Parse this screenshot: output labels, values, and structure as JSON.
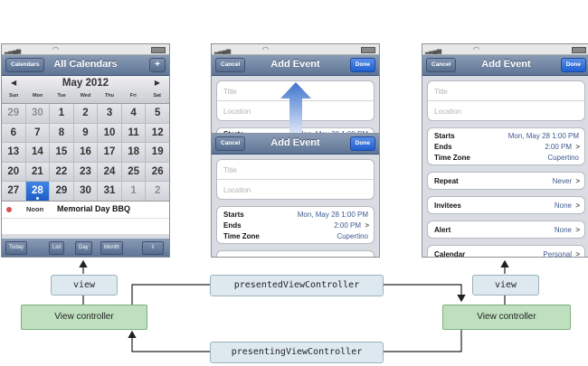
{
  "calendar_phone": {
    "nav_left": "Calendars",
    "nav_title": "All Calendars",
    "nav_right": "+",
    "month": "May 2012",
    "prev": "◀",
    "next": "▶",
    "weekdays": [
      "Sun",
      "Mon",
      "Tue",
      "Wed",
      "Thu",
      "Fri",
      "Sat"
    ],
    "days": [
      {
        "d": "29",
        "other": true,
        "dot": false
      },
      {
        "d": "30",
        "other": true,
        "dot": false
      },
      {
        "d": "1",
        "other": false,
        "dot": false
      },
      {
        "d": "2",
        "other": false,
        "dot": false
      },
      {
        "d": "3",
        "other": false,
        "dot": false
      },
      {
        "d": "4",
        "other": false,
        "dot": false
      },
      {
        "d": "5",
        "other": false,
        "dot": false
      },
      {
        "d": "6",
        "other": false,
        "dot": false
      },
      {
        "d": "7",
        "other": false,
        "dot": false
      },
      {
        "d": "8",
        "other": false,
        "dot": false
      },
      {
        "d": "9",
        "other": false,
        "dot": false
      },
      {
        "d": "10",
        "other": false,
        "dot": false
      },
      {
        "d": "11",
        "other": false,
        "dot": false
      },
      {
        "d": "12",
        "other": false,
        "dot": false
      },
      {
        "d": "13",
        "other": false,
        "dot": false
      },
      {
        "d": "14",
        "other": false,
        "dot": false
      },
      {
        "d": "15",
        "other": false,
        "dot": false
      },
      {
        "d": "16",
        "other": false,
        "dot": false
      },
      {
        "d": "17",
        "other": false,
        "dot": false
      },
      {
        "d": "18",
        "other": false,
        "dot": false
      },
      {
        "d": "19",
        "other": false,
        "dot": false
      },
      {
        "d": "20",
        "other": false,
        "dot": false
      },
      {
        "d": "21",
        "other": false,
        "dot": false
      },
      {
        "d": "22",
        "other": false,
        "dot": false
      },
      {
        "d": "23",
        "other": false,
        "dot": false
      },
      {
        "d": "24",
        "other": false,
        "dot": false
      },
      {
        "d": "25",
        "other": false,
        "dot": false
      },
      {
        "d": "26",
        "other": false,
        "dot": false
      },
      {
        "d": "27",
        "other": false,
        "dot": false
      },
      {
        "d": "28",
        "other": false,
        "dot": true,
        "sel": true
      },
      {
        "d": "29",
        "other": false,
        "dot": false
      },
      {
        "d": "30",
        "other": false,
        "dot": false
      },
      {
        "d": "31",
        "other": false,
        "dot": false
      },
      {
        "d": "1",
        "other": true,
        "dot": false
      },
      {
        "d": "2",
        "other": true,
        "dot": false
      }
    ],
    "event_time": "Noon",
    "event_name": "Memorial Day BBQ",
    "toolbar": {
      "today": "Today",
      "list": "List",
      "day": "Day",
      "month": "Month",
      "share": "⇩"
    }
  },
  "add_event": {
    "cancel": "Cancel",
    "title": "Add Event",
    "done": "Done",
    "title_placeholder": "Title",
    "location_placeholder": "Location",
    "starts_label": "Starts",
    "starts_value": "Mon, May 28  1:00 PM",
    "ends_label": "Ends",
    "ends_value": "2:00 PM",
    "tz_label": "Time Zone",
    "tz_value": "Cupertino",
    "repeat_label": "Repeat",
    "repeat_value": "Never",
    "invitees_label": "Invitees",
    "invitees_value": "None",
    "alert_label": "Alert",
    "alert_value": "None",
    "calendar_label": "Calendar",
    "calendar_value": "Personal",
    "chevron": ">"
  },
  "middle_partial": {
    "starts_fragment": "Mon, May 28  1:00 PM"
  },
  "diagram": {
    "view_label": "view",
    "vc_label": "View controller",
    "presented": "presentedViewController",
    "presenting": "presentingViewController"
  },
  "colors": {
    "code_box": "#dde9ef",
    "vc_box": "#bfe0bf",
    "navbar": "#6a7fa0",
    "done_button": "#2f6fd8",
    "selected_day": "#2a6fd6",
    "arrow_blue": "#4f7fd0"
  },
  "icons": [
    "signal-icon",
    "wifi-icon",
    "battery-icon",
    "up-arrow-icon",
    "event-dot-icon",
    "share-icon"
  ]
}
